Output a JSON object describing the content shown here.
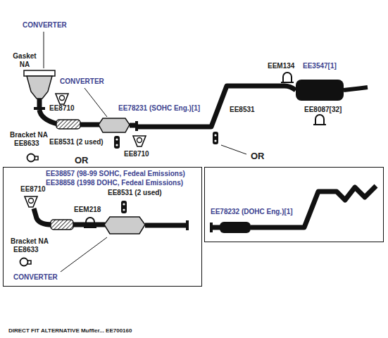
{
  "diagram": {
    "caption": "DIRECT FIT ALTERNATIVE Muffler... EE700160",
    "nodes": [
      {
        "text": [
          "EE38857 (98-99 SOHC, Fedeal Emissions)",
          "EE38858 (1998 DOHC, Fedeal Emissions)",
          "EE8710",
          "EE8531 (2 used)",
          "EEM218",
          "Bracket NA",
          "EE8633",
          "CONVERTER"
        ]
      },
      {
        "text": [
          "EE78232 (DOHC Eng.)[1]"
        ]
      }
    ],
    "labels": [
      "CONVERTER",
      "Gasket NA",
      "CONVERTER",
      "EEM134",
      "EE3547[1]",
      "EE8710",
      "EE78231 (SOHC Eng.)[1]",
      "EE8087[32]",
      "EE8531",
      "Bracket NA",
      "EE8633",
      "EE8531 (2 used)",
      "EE8710",
      "OR",
      "OR"
    ]
  }
}
